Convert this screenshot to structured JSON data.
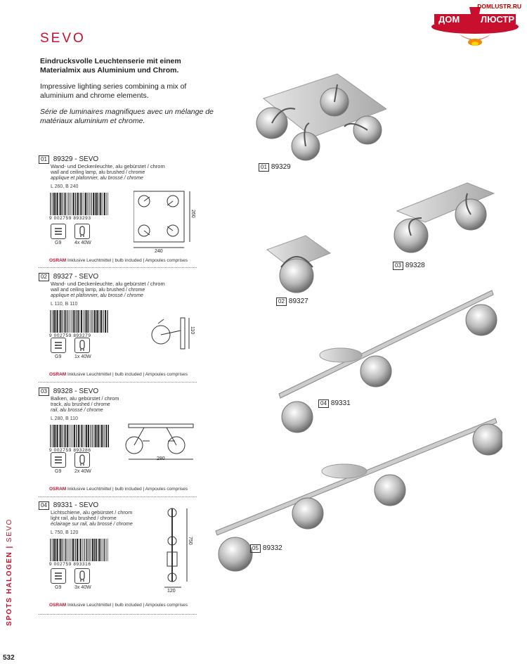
{
  "header": {
    "title": "SEVO",
    "intro_de": "Eindrucksvolle Leuchtenserie mit einem Materialmix aus Aluminium und Chrom.",
    "intro_en": "Impressive lighting series combining a mix of aluminium and chrome elements.",
    "intro_fr": "Série de luminaires magnifiques avec un mélange de matériaux aluminium et chrome."
  },
  "logo": {
    "url": "DOMLUSTR.RU",
    "left": "ДОМ",
    "right": "ЛЮСТР",
    "color": "#c8102e"
  },
  "entries": [
    {
      "num": "01",
      "code": "89329",
      "name": "SEVO",
      "de": "Wand- und Deckenleuchte, alu gebürstet / chrom",
      "en": "wall and ceiling lamp, alu brushed / chrome",
      "fr": "applique et plafonnier, alu brossé / chrome",
      "dims": "L 260, B 240",
      "barcode": "9 002759 893293",
      "socket": "G9",
      "bulbs": "4x 40W",
      "drawing_w": "240",
      "drawing_h": "260"
    },
    {
      "num": "02",
      "code": "89327",
      "name": "SEVO",
      "de": "Wand- und Deckenleuchte, alu gebürstet / chrom",
      "en": "wall and ceiling lamp, alu brushed / chrome",
      "fr": "applique et plafonnier, alu brossé / chrome",
      "dims": "L 110, B 110",
      "barcode": "9 002759 893279",
      "socket": "G9",
      "bulbs": "1x 40W",
      "drawing_h": "110"
    },
    {
      "num": "03",
      "code": "89328",
      "name": "SEVO",
      "de": "Balken, alu gebürstet / chrom",
      "en": "track, alu brushed / chrome",
      "fr": "rail, alu brossé / chrome",
      "dims": "L 280, B 110",
      "barcode": "9 002759 893286",
      "socket": "G9",
      "bulbs": "2x 40W",
      "drawing_w": "280"
    },
    {
      "num": "04",
      "code": "89331",
      "name": "SEVO",
      "de": "Lichtschiene, alu gebürstet / chrom",
      "en": "light rail, alu brushed / chrome",
      "fr": "éclairage sur rail, alu brossé / chrome",
      "dims": "L 750, B 120",
      "barcode": "9 002759 893316",
      "socket": "G9",
      "bulbs": "3x 40W",
      "drawing_w": "120",
      "drawing_h": "750"
    }
  ],
  "osram": {
    "brand": "OSRAM",
    "text": "Inklusive Leuchtmittel | bulb included | Ampoules comprises"
  },
  "photos": [
    {
      "num": "01",
      "code": "89329"
    },
    {
      "num": "02",
      "code": "89327"
    },
    {
      "num": "03",
      "code": "89328"
    },
    {
      "num": "04",
      "code": "89331"
    },
    {
      "num": "05",
      "code": "89332"
    }
  ],
  "sidebar": {
    "bold": "SPOTS HALOGEN",
    "light": "SEVO"
  },
  "page_number": "532"
}
